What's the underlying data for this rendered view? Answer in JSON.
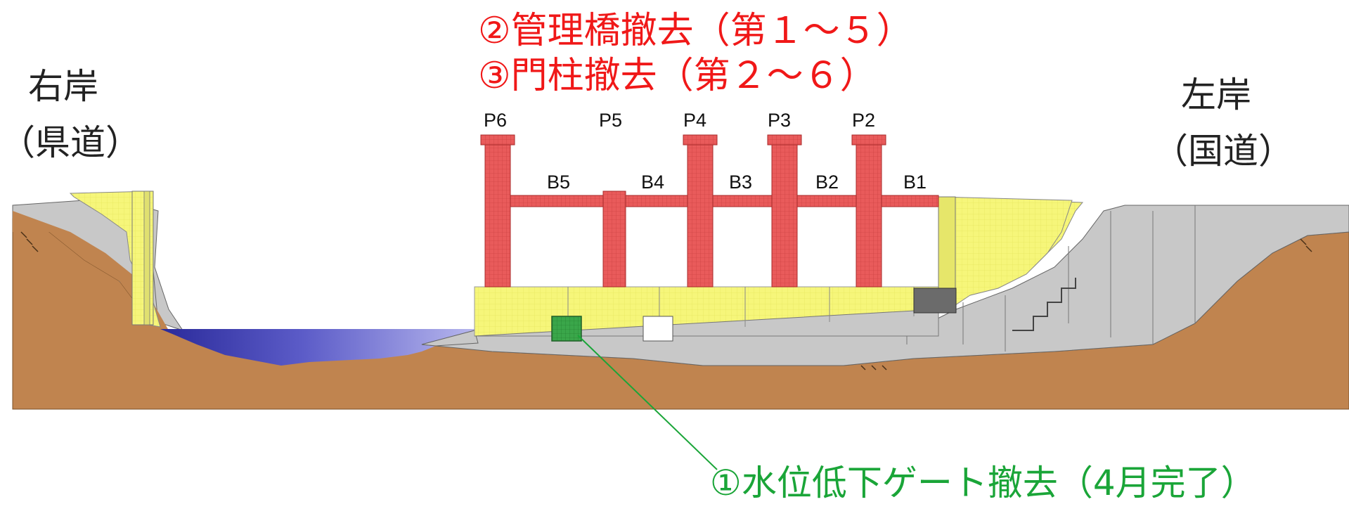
{
  "banks": {
    "right": {
      "line1": "右岸",
      "line2": "（県道）"
    },
    "left": {
      "line1": "左岸",
      "line2": "（国道）"
    }
  },
  "callouts": {
    "bridge_removal": "②管理橋撤去（第１～５）",
    "pillar_removal": "③門柱撤去（第２～６）",
    "gate_removal": "①水位低下ゲート撤去（4月完了）"
  },
  "piers": [
    "P6",
    "P5",
    "P4",
    "P3",
    "P2"
  ],
  "bridges": [
    "B5",
    "B4",
    "B3",
    "B2",
    "B1"
  ],
  "colors": {
    "ground": "#c0844f",
    "concrete": "#c8c8c8",
    "dam_body": "#f6f67a",
    "removal": "#e95b5b",
    "water": "#4040b8",
    "gate": "#3aa64a",
    "text_red": "#f01818",
    "text_green": "#1aa538"
  }
}
